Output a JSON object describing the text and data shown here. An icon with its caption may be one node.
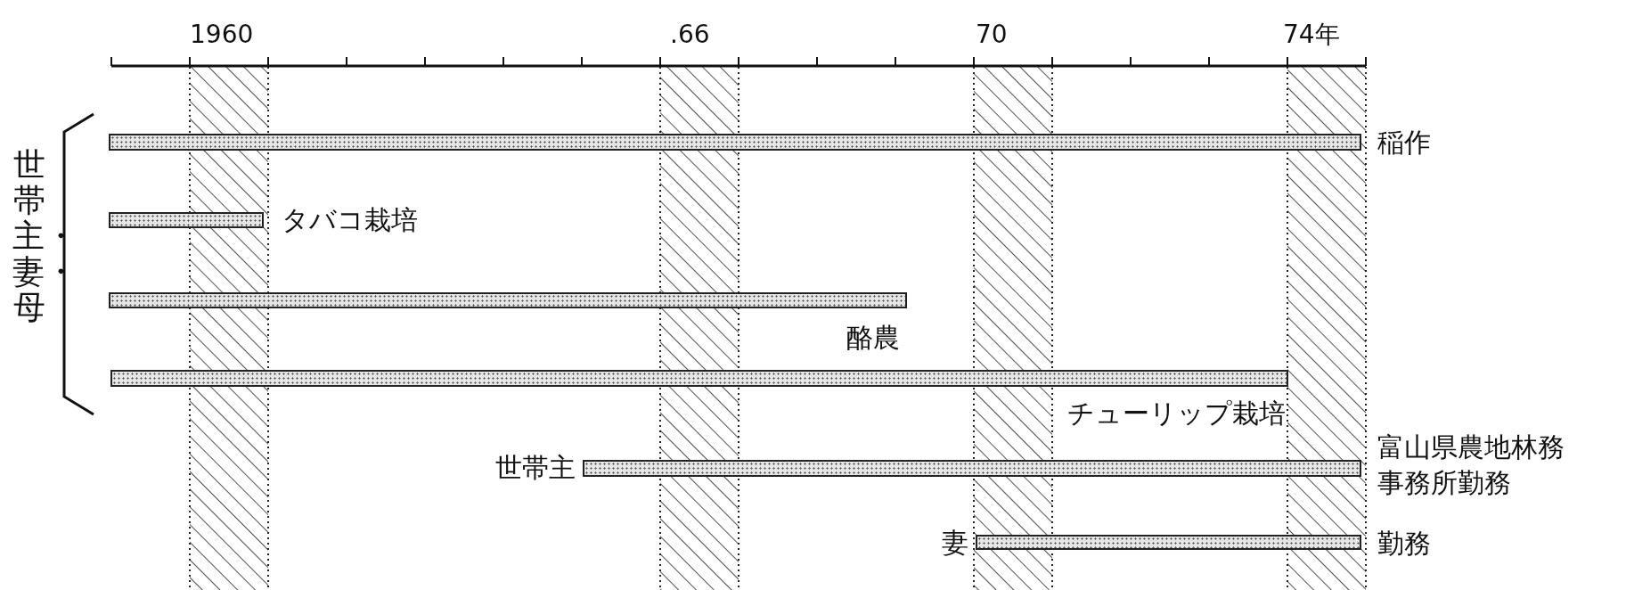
{
  "diagram": {
    "nodes": [
      {
        "text": [],
        "shape": "bar",
        "beside": [
          "稲作"
        ]
      },
      {
        "text": [],
        "shape": "bar",
        "beside": [
          "タバコ栽培"
        ]
      },
      {
        "text": [],
        "shape": "bar",
        "beside": [
          "酪農"
        ]
      },
      {
        "text": [],
        "shape": "bar",
        "beside": [
          "チューリップ栽培"
        ]
      },
      {
        "text": [],
        "shape": "bar",
        "beside": [
          "世帯主",
          "富山県農地林務事務所勤務"
        ]
      },
      {
        "text": [],
        "shape": "bar",
        "beside": [
          "妻",
          "勤務"
        ]
      }
    ],
    "edges": [],
    "labels": [
      "1960",
      ".66",
      "70",
      "74年",
      "世帯主・妻・母"
    ]
  }
}
